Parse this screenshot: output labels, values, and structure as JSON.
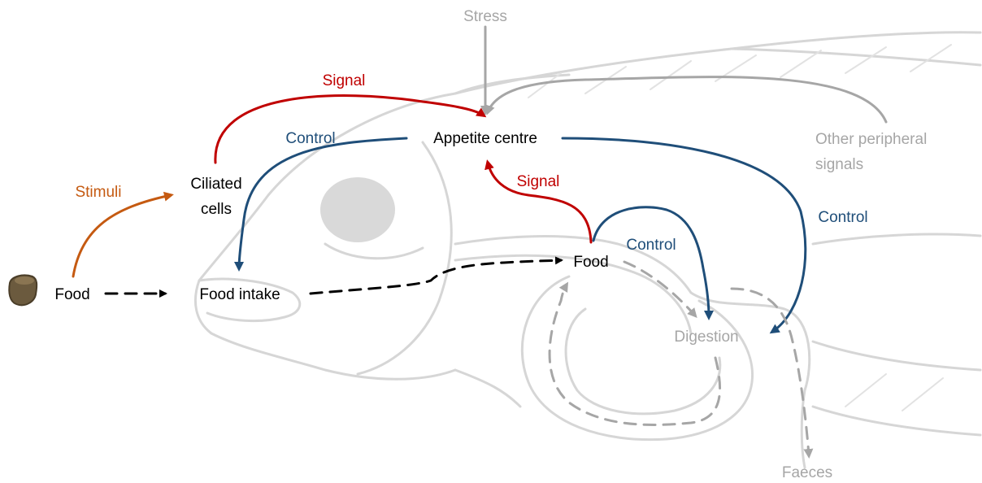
{
  "colors": {
    "signal": "#c00000",
    "control": "#1f4e79",
    "stimuli": "#c55a11",
    "grey": "#a6a6a6",
    "pathway": "#000000",
    "digestion_path": "#a6a6a6",
    "pellet": "#6b5a3e"
  },
  "labels": {
    "stress": "Stress",
    "signal_top": "Signal",
    "control_left": "Control",
    "appetite_centre": "Appetite centre",
    "other_peripheral_line1": "Other peripheral",
    "other_peripheral_line2": "signals",
    "stimuli": "Stimuli",
    "ciliated_line1": "Ciliated",
    "ciliated_line2": "cells",
    "signal_mid": "Signal",
    "control_right": "Control",
    "control_mid": "Control",
    "food_gut": "Food",
    "food_start": "Food",
    "food_intake": "Food intake",
    "digestion": "Digestion",
    "faeces": "Faeces"
  },
  "icons": {
    "pellet": "food-pellet-icon"
  }
}
